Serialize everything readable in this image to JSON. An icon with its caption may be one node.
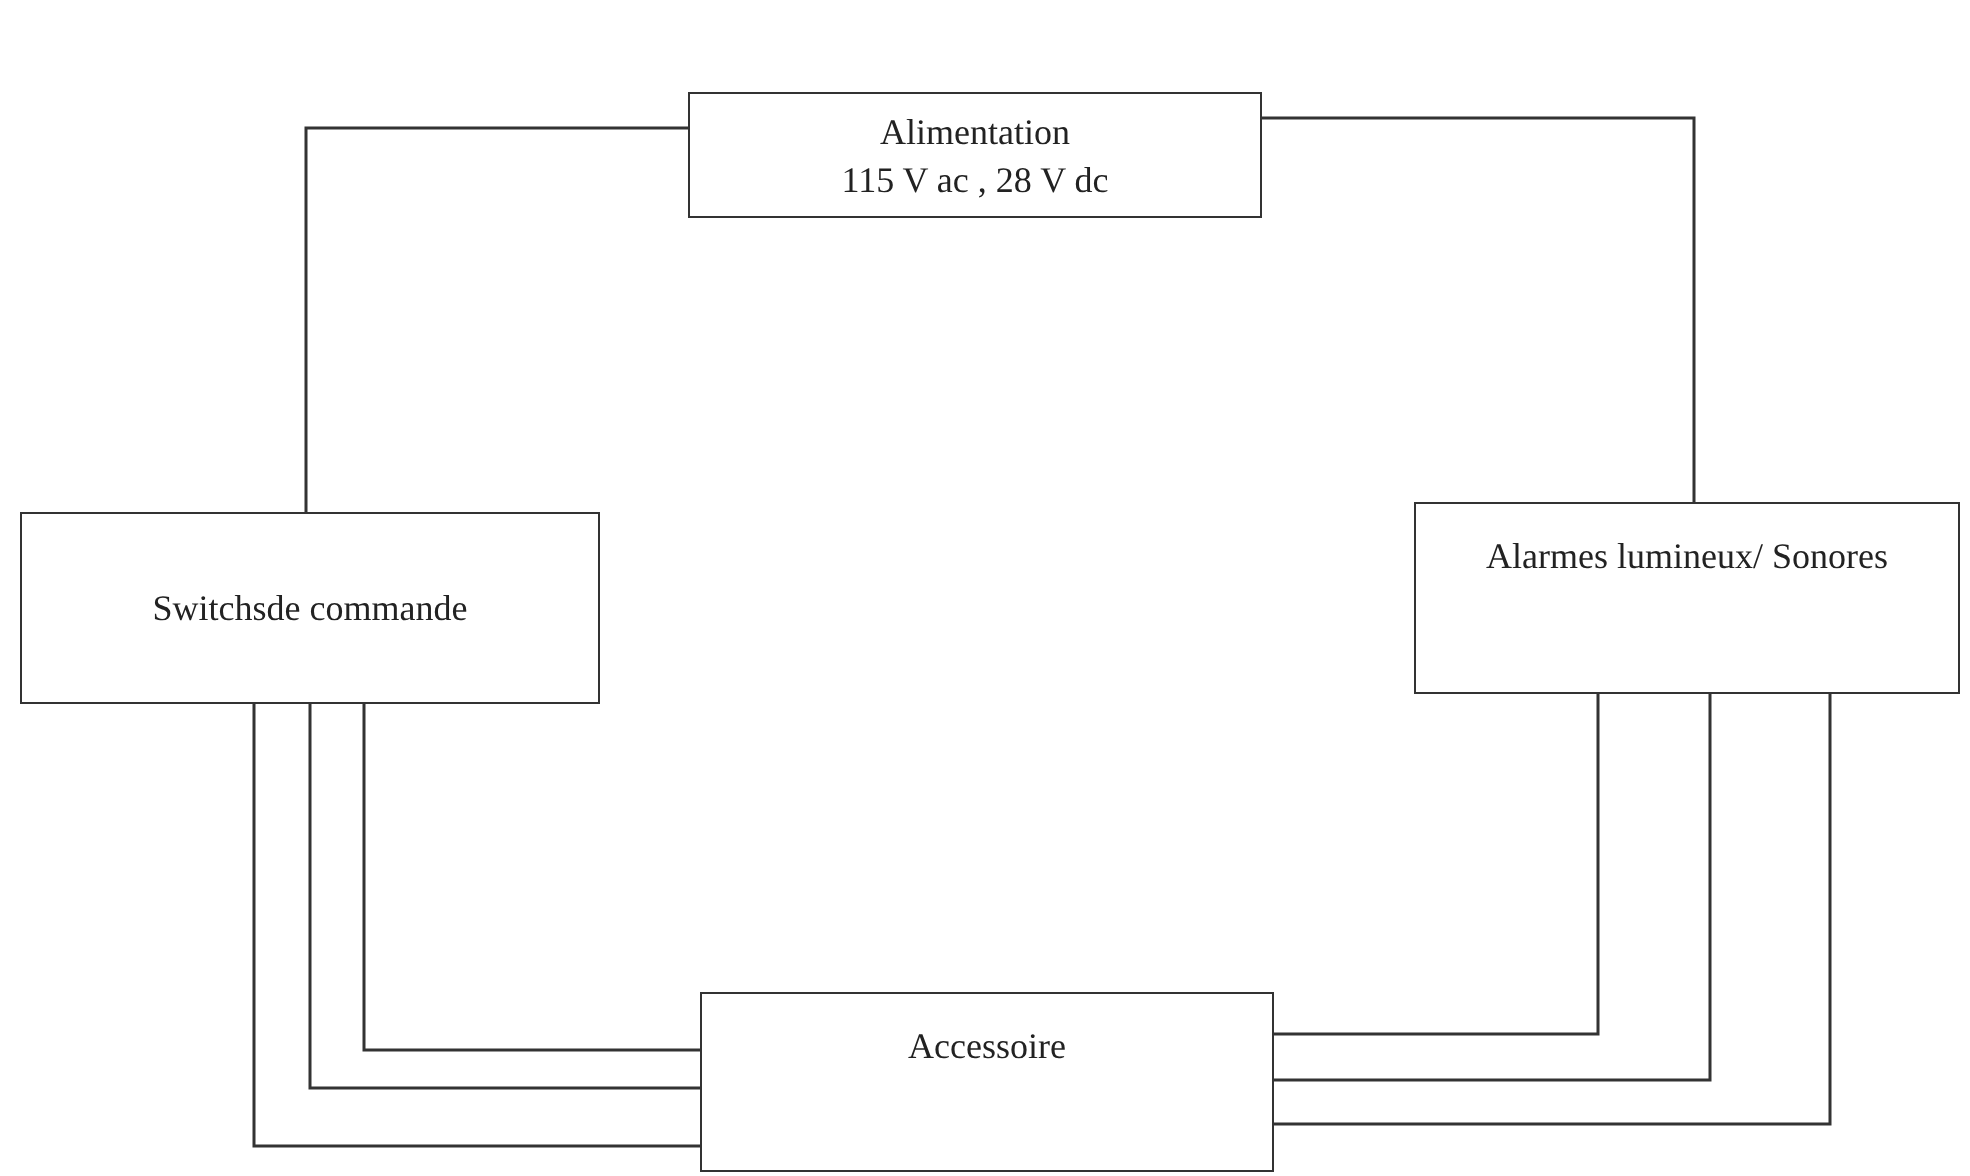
{
  "diagram": {
    "nodes": [
      {
        "text": [
          "Alimentation",
          "115 V ac , 28 V dc"
        ]
      },
      {
        "text": [
          "Switchsde commande"
        ]
      },
      {
        "text": [
          "Alarmes lumineux/ Sonores"
        ]
      },
      {
        "text": [
          "Accessoire"
        ]
      }
    ],
    "edges": [
      {
        "from": 0,
        "to": 1,
        "arrow": "none"
      },
      {
        "from": 0,
        "to": 2,
        "arrow": "none"
      },
      {
        "from": 1,
        "to": 3,
        "arrow": "none"
      },
      {
        "from": 1,
        "to": 3,
        "arrow": "none"
      },
      {
        "from": 1,
        "to": 3,
        "arrow": "none"
      },
      {
        "from": 2,
        "to": 3,
        "arrow": "none"
      },
      {
        "from": 2,
        "to": 3,
        "arrow": "none"
      },
      {
        "from": 2,
        "to": 3,
        "arrow": "none"
      }
    ]
  }
}
